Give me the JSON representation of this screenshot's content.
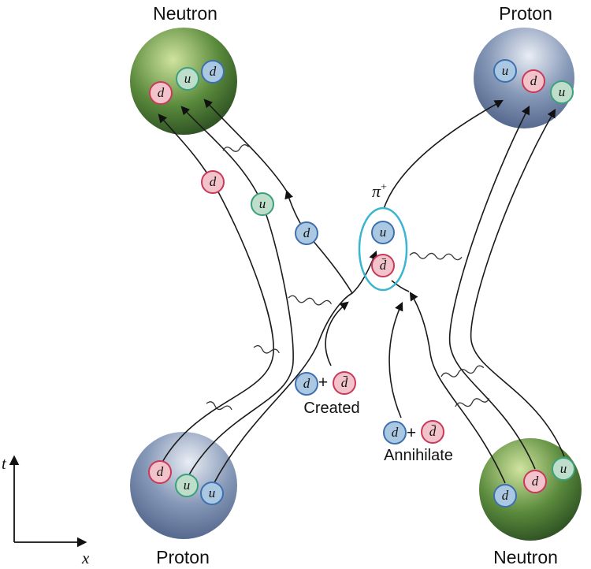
{
  "axes": {
    "t": "t",
    "x": "x"
  },
  "nucleons": {
    "top_left": {
      "label": "Neutron",
      "quarks": [
        {
          "flavor": "d",
          "color": "red"
        },
        {
          "flavor": "u",
          "color": "green"
        },
        {
          "flavor": "d",
          "color": "blue"
        }
      ]
    },
    "top_right": {
      "label": "Proton",
      "quarks": [
        {
          "flavor": "u",
          "color": "blue"
        },
        {
          "flavor": "d",
          "color": "red"
        },
        {
          "flavor": "u",
          "color": "green"
        }
      ]
    },
    "bottom_left": {
      "label": "Proton",
      "quarks": [
        {
          "flavor": "d",
          "color": "red"
        },
        {
          "flavor": "u",
          "color": "green"
        },
        {
          "flavor": "u",
          "color": "blue"
        }
      ]
    },
    "bottom_right": {
      "label": "Neutron",
      "quarks": [
        {
          "flavor": "d",
          "color": "blue"
        },
        {
          "flavor": "d",
          "color": "red"
        },
        {
          "flavor": "u",
          "color": "green"
        }
      ]
    }
  },
  "exchanged_quarks": [
    {
      "flavor": "d",
      "color": "red"
    },
    {
      "flavor": "u",
      "color": "green"
    },
    {
      "flavor": "d",
      "color": "blue"
    }
  ],
  "pion": {
    "symbol": "π",
    "superscript": "+",
    "quarks": [
      {
        "flavor": "u",
        "color": "blue"
      },
      {
        "flavor": "d̄",
        "color": "red"
      }
    ]
  },
  "annotations": {
    "created": {
      "term1": "d",
      "plus": "+",
      "term2": "d̄",
      "label": "Created"
    },
    "annihilate": {
      "term1": "d",
      "plus": "+",
      "term2": "d̄",
      "label": "Annihilate"
    }
  },
  "colors": {
    "neutron_highlight": "#cfe39f",
    "neutron_mid": "#5a8a3c",
    "neutron_dark": "#26471f",
    "proton_highlight": "#e9edf4",
    "proton_mid": "#8799b8",
    "proton_dark": "#4a5d84",
    "pion_ring": "#3ab5cf",
    "quark_red_fill": "#f2c3cb",
    "quark_red_stroke": "#c93a5a",
    "quark_green_fill": "#bedecb",
    "quark_green_stroke": "#3ba07c",
    "quark_blue_fill": "#aac8e2",
    "quark_blue_stroke": "#3e6fae",
    "line_color": "#1a1a1a"
  }
}
